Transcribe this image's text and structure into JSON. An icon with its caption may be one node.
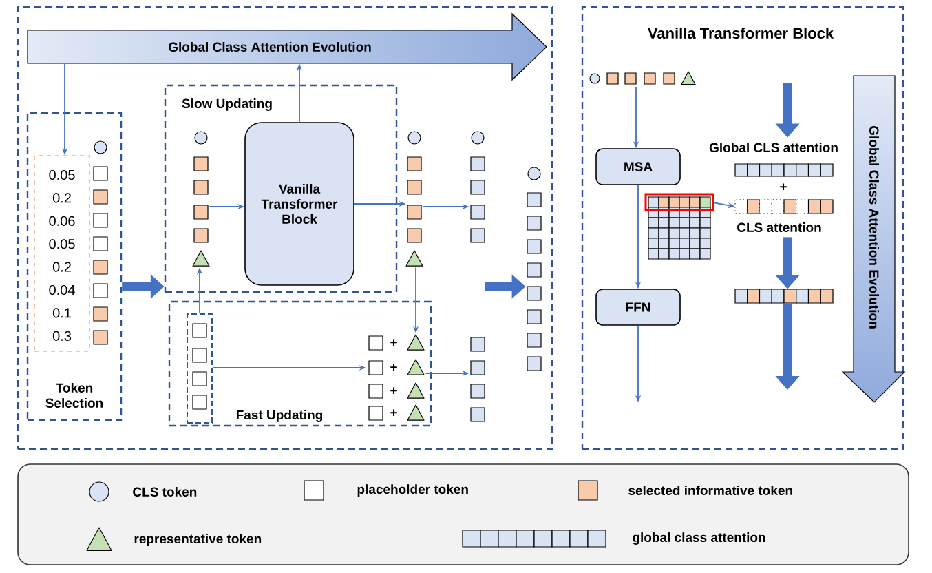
{
  "diagram": {
    "nodes": [
      {
        "text": [],
        "shape": "box"
      },
      {
        "text": [
          "Global Class Attention Evolution"
        ],
        "in": 0
      },
      {
        "text": [
          "Token Selection"
        ],
        "in": 0
      },
      {
        "text": [
          "0.05",
          "0.2",
          "0.06",
          "0.05",
          "0.2",
          "0.04",
          "0.1",
          "0.3"
        ],
        "in": 2
      },
      {
        "text": [
          "Slow Updating"
        ],
        "in": 0
      },
      {
        "text": [],
        "shape": "picture",
        "in": 4
      },
      {
        "text": [
          "Vanilla Transformer Block"
        ],
        "in": 4
      },
      {
        "text": [],
        "shape": "picture",
        "in": 0
      },
      {
        "text": [
          "Fast Updating"
        ],
        "in": 0
      },
      {
        "text": [],
        "shape": "box",
        "in": 8
      },
      {
        "text": [
          "+",
          "+",
          "+",
          "+"
        ],
        "in": 8
      },
      {
        "text": [],
        "shape": "picture",
        "in": 0
      },
      {
        "text": [],
        "shape": "picture",
        "in": 0
      },
      {
        "text": [],
        "shape": "picture",
        "in": 0
      },
      {
        "text": [
          "Vanilla Transformer Block"
        ]
      },
      {
        "text": [],
        "shape": "picture",
        "in": 14
      },
      {
        "text": [
          "MSA"
        ],
        "in": 14
      },
      {
        "text": [],
        "shape": "picture",
        "in": 14
      },
      {
        "text": [
          "CLS attention"
        ],
        "in": 14
      },
      {
        "text": [
          "Global CLS attention"
        ],
        "in": 14
      },
      {
        "text": [],
        "shape": "picture",
        "in": 14
      },
      {
        "text": [
          "FFN"
        ],
        "in": 14
      },
      {
        "text": [
          "Global Class Attention Evolution"
        ],
        "in": 14
      },
      {
        "text": [],
        "shape": "picture",
        "in": 2
      }
    ],
    "edges": [
      {
        "from": 1,
        "to": 3,
        "arrow": "to"
      },
      {
        "from": 6,
        "to": 1,
        "arrow": "to"
      },
      {
        "from": 5,
        "to": 6,
        "arrow": "to"
      },
      {
        "from": 6,
        "to": 7,
        "arrow": "to"
      },
      {
        "from": 9,
        "to": 5,
        "arrow": "to"
      },
      {
        "from": 7,
        "to": 10,
        "arrow": "to"
      },
      {
        "from": 9,
        "to": 10,
        "arrow": "to"
      },
      {
        "from": 7,
        "to": 11,
        "arrow": "to"
      },
      {
        "from": 10,
        "to": 12,
        "arrow": "to"
      },
      {
        "from": 2,
        "to": 4,
        "arrow": "to",
        "style": "thick"
      },
      {
        "from": null,
        "to": 13,
        "arrow": "to",
        "style": "thick"
      },
      {
        "from": 15,
        "to": 16,
        "arrow": "to"
      },
      {
        "from": 16,
        "to": 21,
        "arrow": "to"
      },
      {
        "from": 17,
        "to": 18,
        "arrow": "to"
      },
      {
        "from": 21,
        "to": null,
        "arrow": "to"
      },
      {
        "from": null,
        "to": 19,
        "arrow": "to",
        "style": "thick"
      },
      {
        "from": 18,
        "to": 20,
        "arrow": "to",
        "style": "thick"
      },
      {
        "from": 20,
        "to": null,
        "arrow": "to",
        "style": "thick"
      }
    ],
    "labels": [
      "+"
    ],
    "legend": [
      {
        "text": "CLS token"
      },
      {
        "text": "placeholder token"
      },
      {
        "text": "selected informative token"
      },
      {
        "text": "representative token"
      },
      {
        "text": "global class attention"
      }
    ]
  }
}
